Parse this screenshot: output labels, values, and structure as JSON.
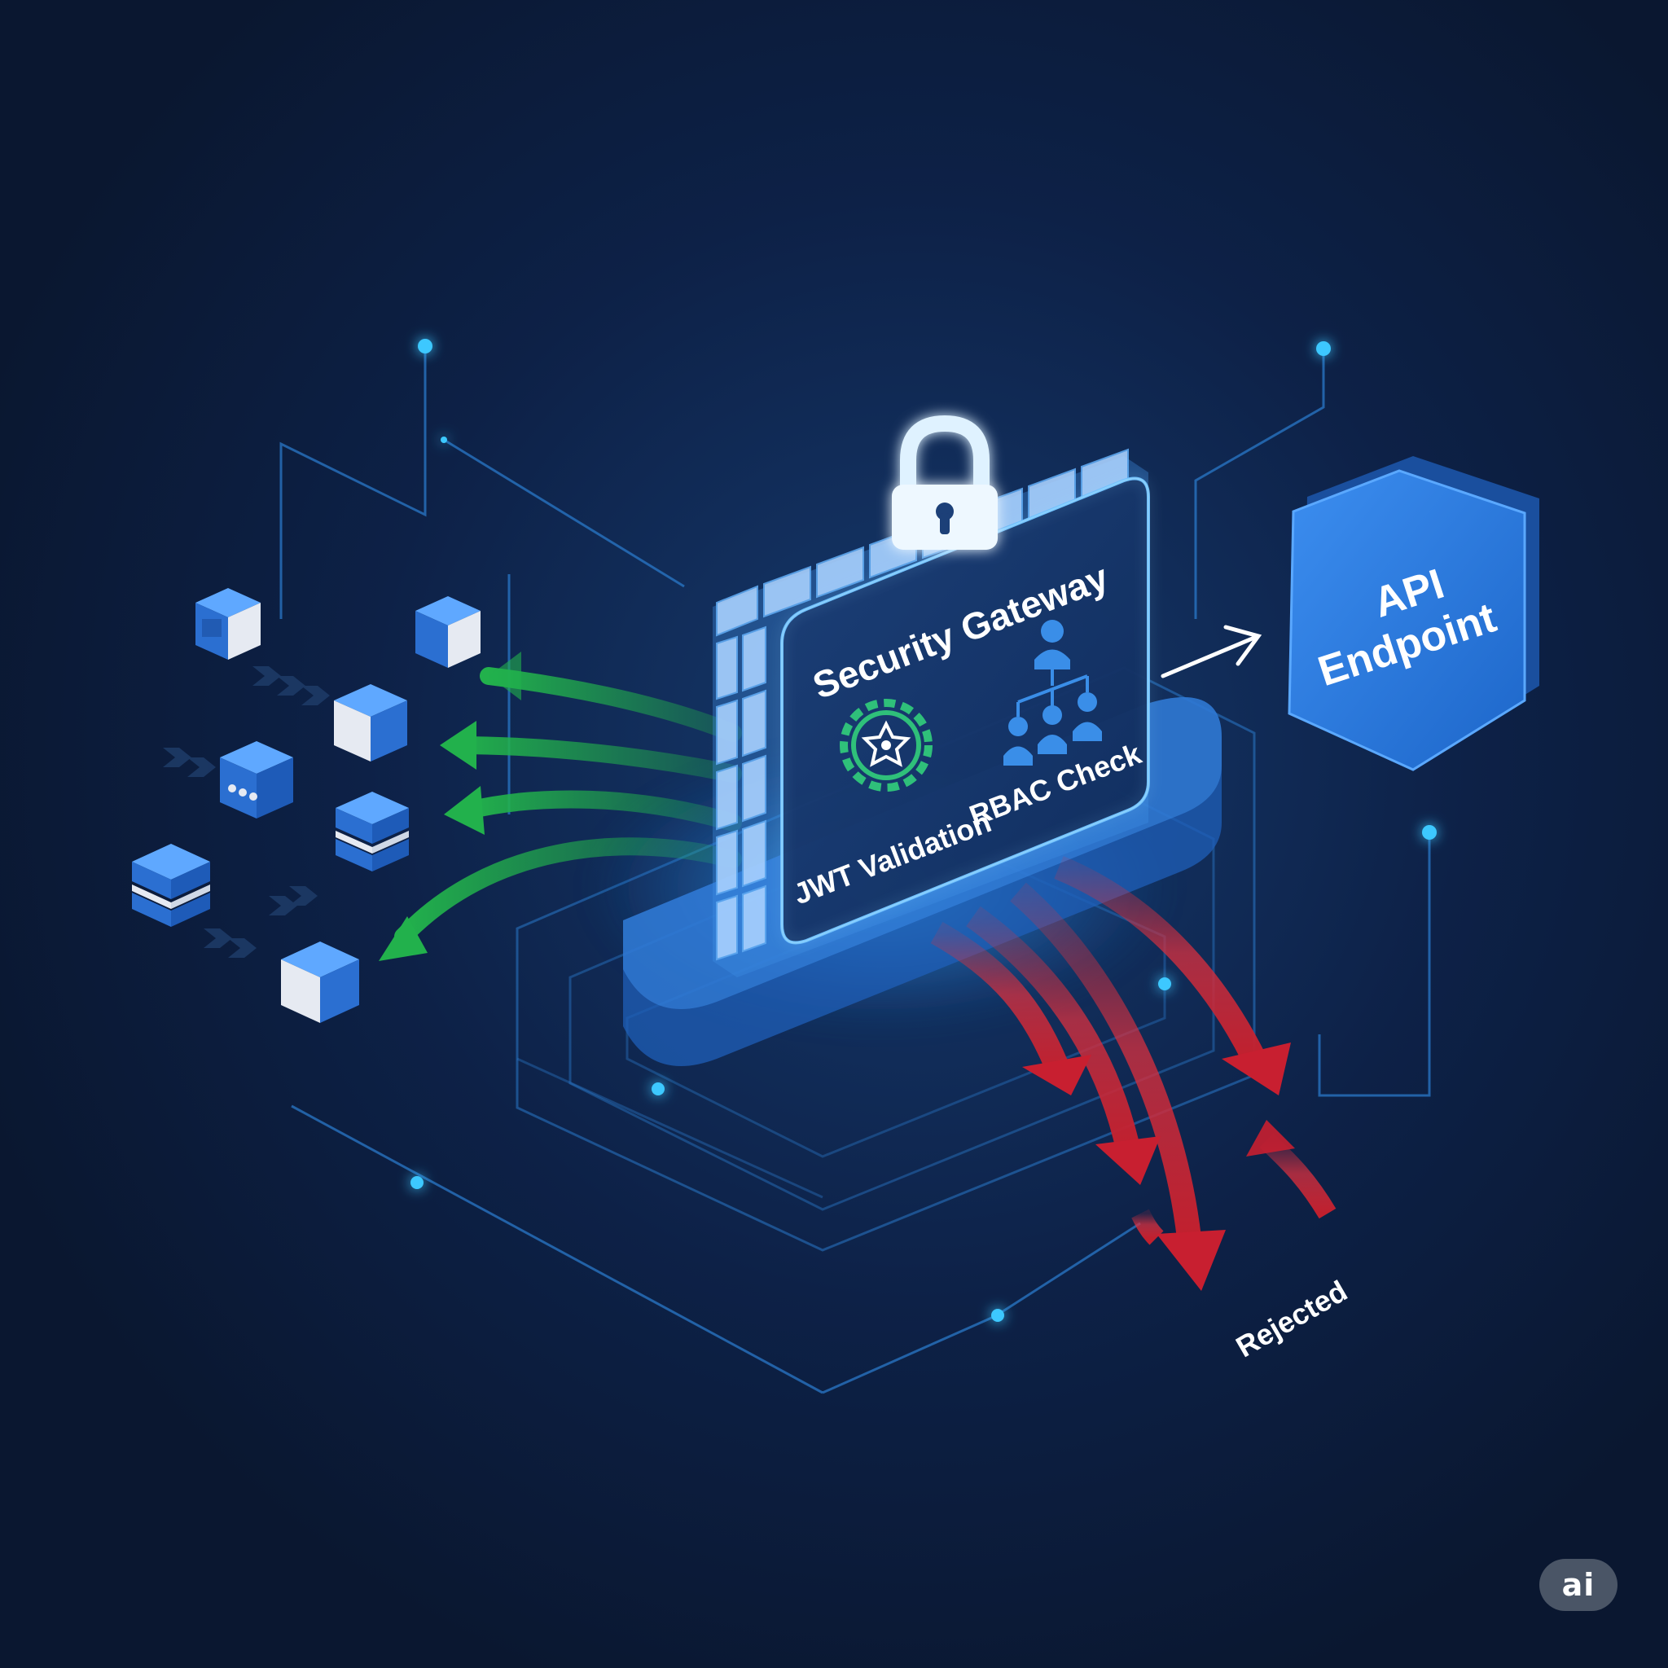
{
  "gateway": {
    "title": "Security Gateway",
    "jwt_label": "JWT Validation",
    "rbac_label": "RBAC Check"
  },
  "endpoint": {
    "label_line1": "API",
    "label_line2": "Endpoint"
  },
  "rejected_label": "Rejected",
  "badge_label": "ai",
  "colors": {
    "background": "#0b1a33",
    "accent_blue": "#2f7de0",
    "allowed_green": "#22b14c",
    "rejected_red": "#d22a3c",
    "glow_cyan": "#3cc8ff"
  },
  "icons": [
    "lock-icon",
    "gear-shield-icon",
    "org-chart-icon",
    "arrow-right-icon"
  ]
}
